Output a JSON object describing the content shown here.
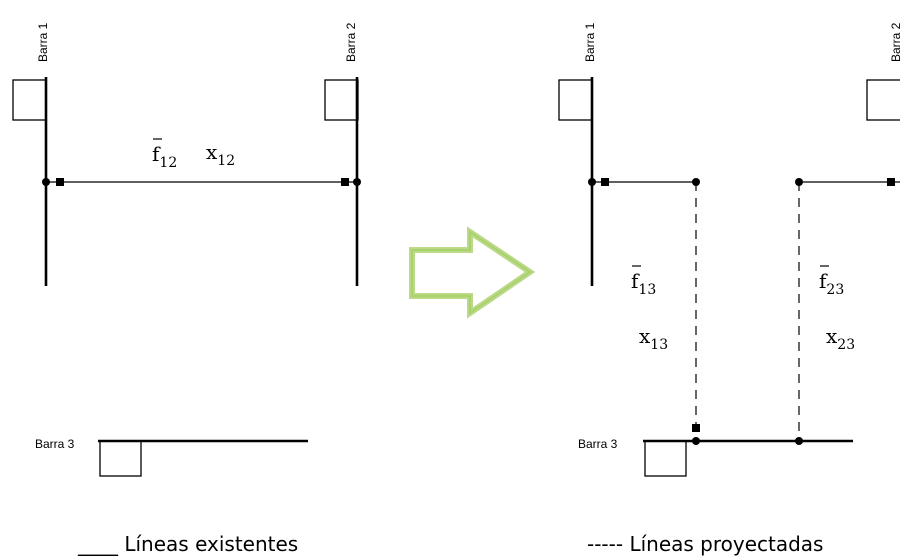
{
  "buses": {
    "bus1": "Barra 1",
    "bus2": "Barra 2",
    "bus3": "Barra 3"
  },
  "lines": {
    "l12": {
      "f_base": "f",
      "f_sub": "12",
      "x_base": "x",
      "x_sub": "12"
    },
    "l13": {
      "f_base": "f",
      "f_sub": "13",
      "x_base": "x",
      "x_sub": "13"
    },
    "l23": {
      "f_base": "f",
      "f_sub": "23",
      "x_base": "x",
      "x_sub": "23"
    }
  },
  "legend": {
    "existing": "____ Líneas existentes",
    "projected": "----- Líneas proyectadas"
  },
  "colors": {
    "arrow": "#a8d36b",
    "ink": "#000000"
  }
}
